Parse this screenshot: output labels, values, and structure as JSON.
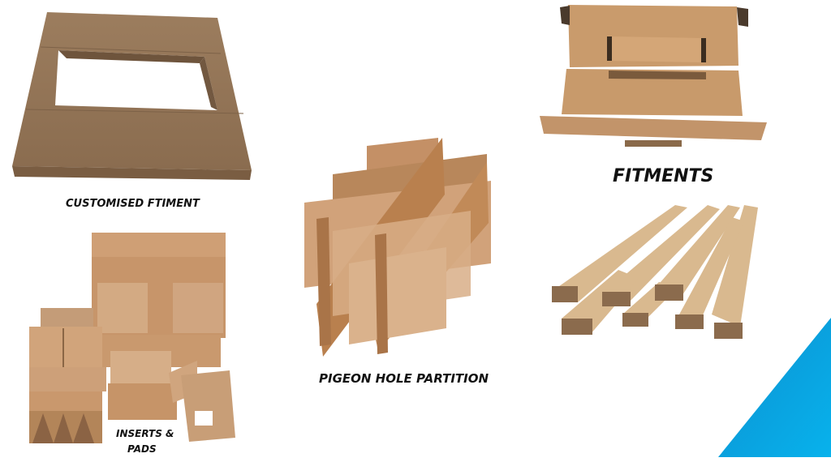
{
  "slide": {
    "background": "#ffffff",
    "accent_color": "#0aa3df",
    "products": [
      {
        "id": "customised-fitment",
        "label": "CUSTOMISED FTIMENT",
        "icon": "cardboard-frame-fitment-image"
      },
      {
        "id": "fitments",
        "label": "FITMENTS",
        "icon": "folded-cardboard-tray-image"
      },
      {
        "id": "pigeon-hole-partition",
        "label": "PIGEON HOLE PARTITION",
        "icon": "cardboard-grid-partition-image"
      },
      {
        "id": "inserts-pads",
        "label_line1": "INSERTS &",
        "label_line2": "PADS",
        "icon": "cardboard-inserts-image"
      },
      {
        "id": "edge-profiles",
        "label": "",
        "icon": "corrugated-edge-strips-image"
      }
    ]
  }
}
